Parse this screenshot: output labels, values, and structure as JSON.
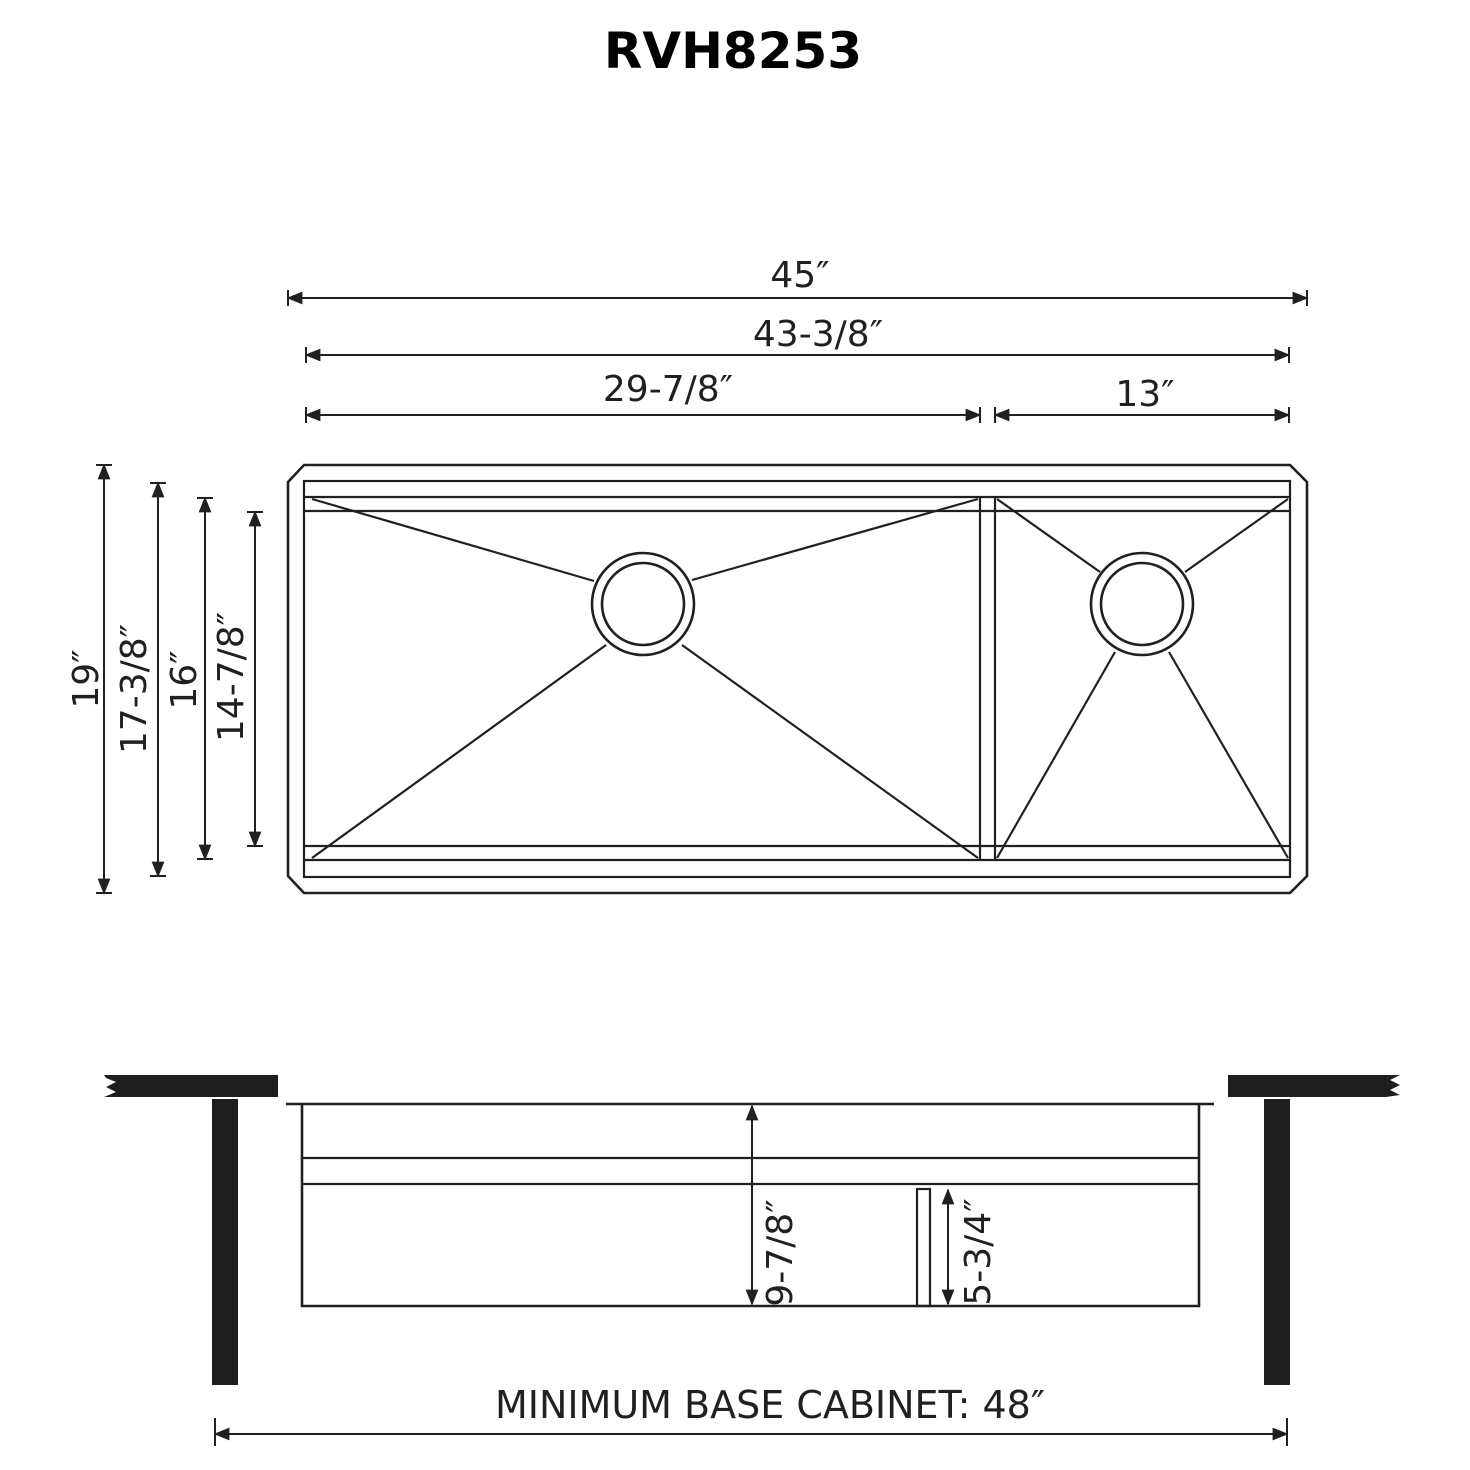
{
  "title": "RVH8253",
  "top_view": {
    "dims": {
      "overall_length": "45″",
      "inner_length": "43-3/8″",
      "large_bowl_length": "29-7/8″",
      "small_bowl_length": "13″",
      "overall_width": "19″",
      "width_2": "17-3/8″",
      "width_3": "16″",
      "width_4": "14-7/8″"
    }
  },
  "side_view": {
    "dims": {
      "large_bowl_depth": "9-7/8″",
      "small_bowl_depth": "5-3/4″"
    },
    "cabinet_label": "MINIMUM BASE CABINET: 48″"
  }
}
